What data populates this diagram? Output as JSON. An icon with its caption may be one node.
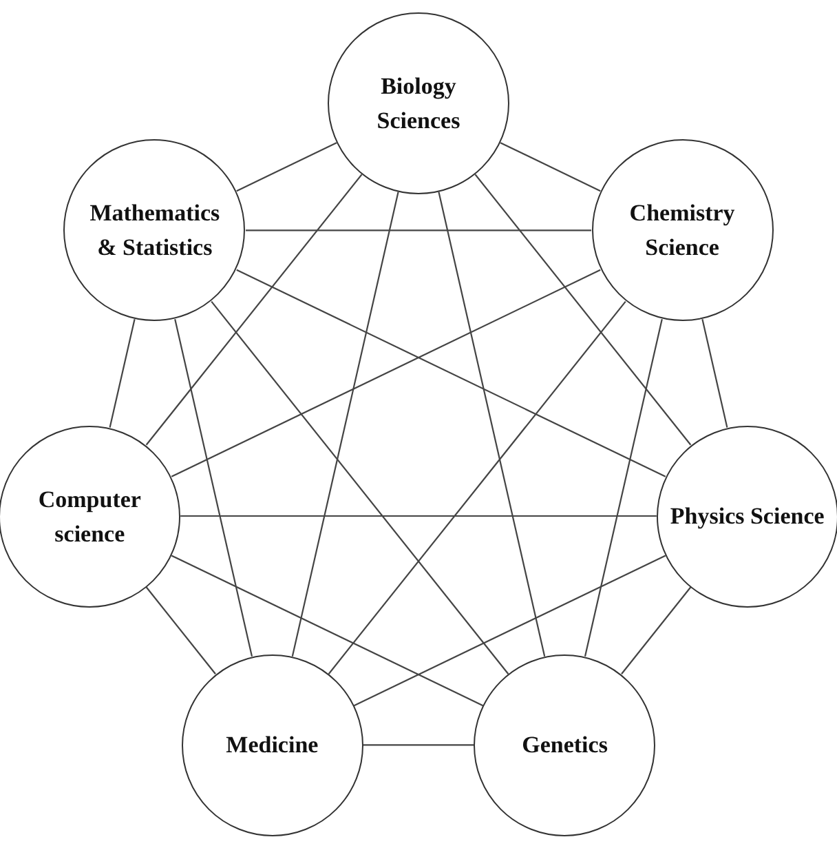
{
  "diagram": {
    "nodes": [
      {
        "text": [
          "Biology Sciences"
        ]
      },
      {
        "text": [
          "Mathematics & Statistics"
        ]
      },
      {
        "text": [
          "Chemistry Science"
        ]
      },
      {
        "text": [
          "Computer science"
        ]
      },
      {
        "text": [
          "Physics Science"
        ]
      },
      {
        "text": [
          "Medicine"
        ]
      },
      {
        "text": [
          "Genetics"
        ]
      }
    ],
    "edges": [
      {
        "from": 0,
        "to": 2,
        "arrow": "none"
      },
      {
        "from": 2,
        "to": 4,
        "arrow": "none"
      },
      {
        "from": 4,
        "to": 6,
        "arrow": "none"
      },
      {
        "from": 5,
        "to": 6,
        "arrow": "none"
      },
      {
        "from": 3,
        "to": 5,
        "arrow": "none"
      },
      {
        "from": 1,
        "to": 3,
        "arrow": "none"
      },
      {
        "from": 0,
        "to": 1,
        "arrow": "none"
      },
      {
        "from": 0,
        "to": 3,
        "arrow": "none"
      },
      {
        "from": 0,
        "to": 4,
        "arrow": "none"
      },
      {
        "from": 0,
        "to": 5,
        "arrow": "none"
      },
      {
        "from": 0,
        "to": 6,
        "arrow": "none"
      },
      {
        "from": 1,
        "to": 2,
        "arrow": "none"
      },
      {
        "from": 1,
        "to": 4,
        "arrow": "none"
      },
      {
        "from": 1,
        "to": 5,
        "arrow": "none"
      },
      {
        "from": 1,
        "to": 6,
        "arrow": "none"
      },
      {
        "from": 2,
        "to": 3,
        "arrow": "none"
      },
      {
        "from": 2,
        "to": 5,
        "arrow": "none"
      },
      {
        "from": 2,
        "to": 6,
        "arrow": "none"
      },
      {
        "from": 3,
        "to": 4,
        "arrow": "none"
      },
      {
        "from": 3,
        "to": 6,
        "arrow": "none"
      },
      {
        "from": 4,
        "to": 5,
        "arrow": "none"
      }
    ]
  }
}
